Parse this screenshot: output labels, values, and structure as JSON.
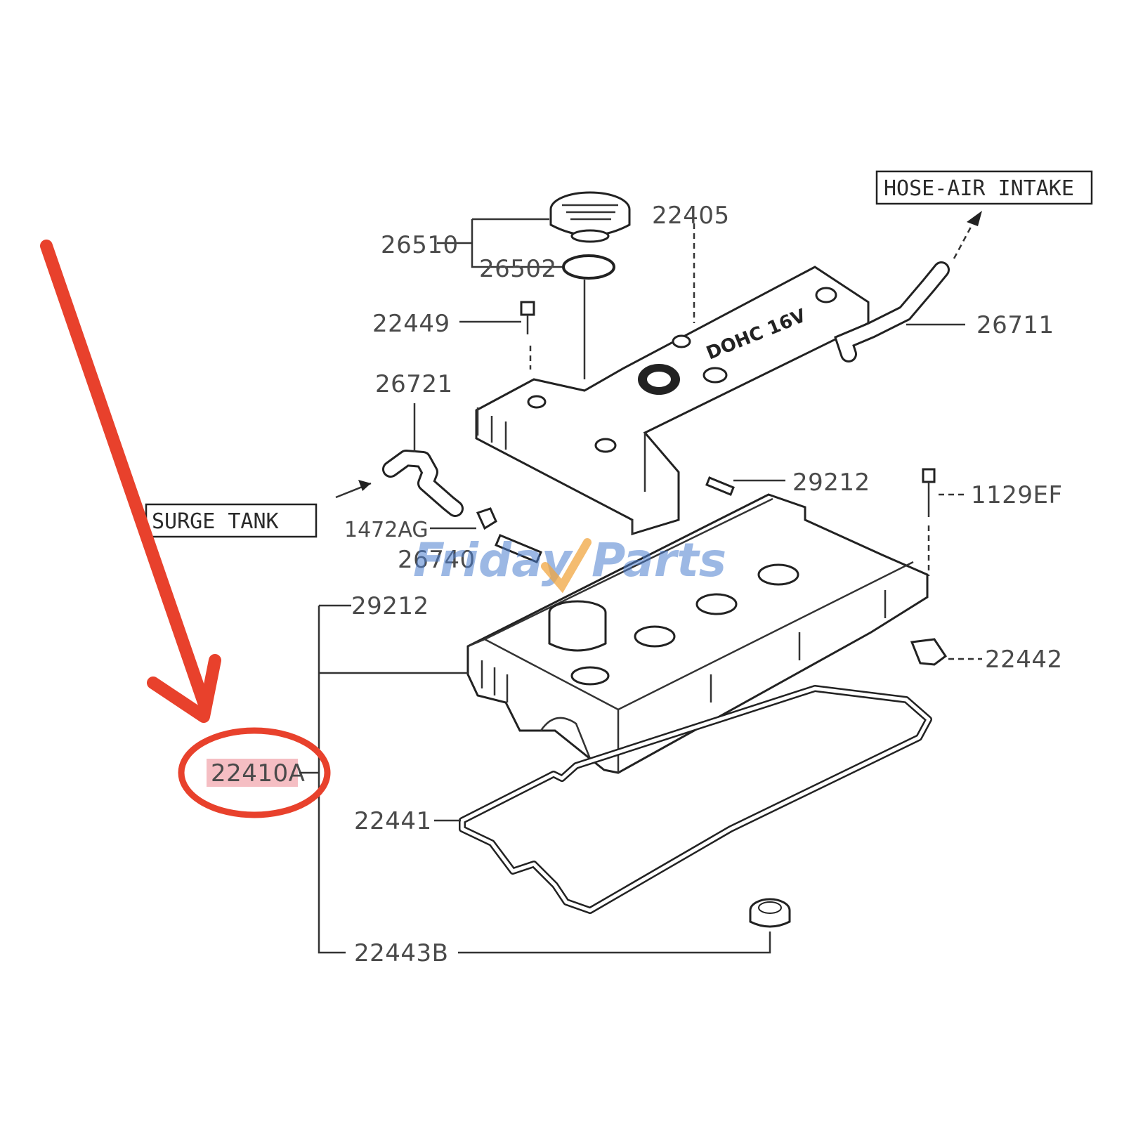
{
  "diagram": {
    "part_labels": {
      "p26510": "26510",
      "p26502": "26502",
      "p22405": "22405",
      "p22449": "22449",
      "p26721": "26721",
      "p26711": "26711",
      "p29212_top": "29212",
      "p1129EF": "1129EF",
      "p1472AG": "1472AG",
      "p26740": "26740",
      "p29212_left": "29212",
      "p22442": "22442",
      "p22410A": "22410A",
      "p22441": "22441",
      "p22443B": "22443B"
    },
    "boxed_labels": {
      "hose_air_intake": "HOSE-AIR INTAKE",
      "surge_tank": "SURGE TANK"
    },
    "watermark": {
      "part1": "Friday",
      "part2": "Parts"
    },
    "colors": {
      "annotation": "#e8412c",
      "highlight": "#f3b3b8",
      "watermark_blue": "#4d7fcf",
      "watermark_orange": "#f0a640"
    }
  }
}
